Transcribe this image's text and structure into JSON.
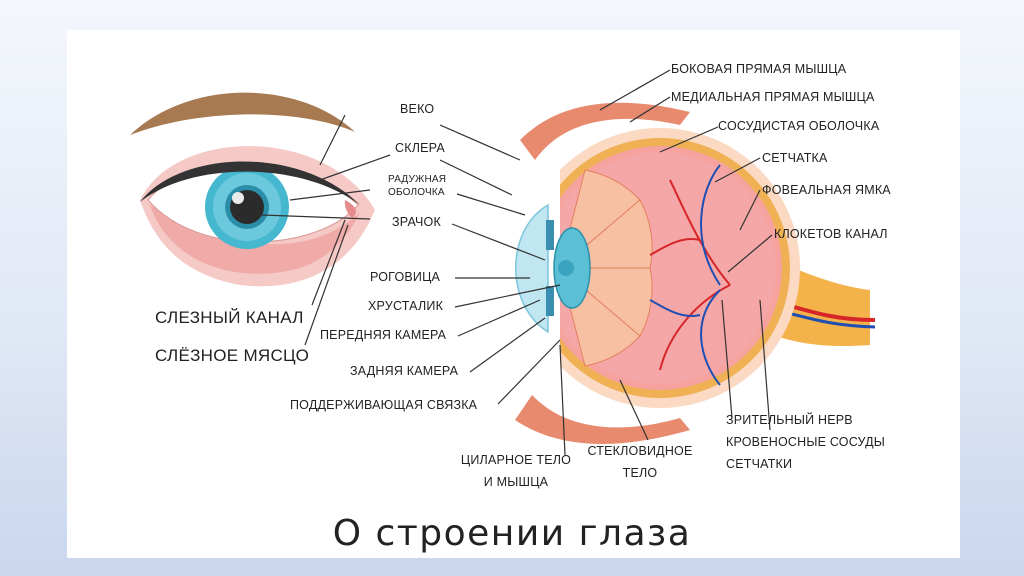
{
  "title": "О строении глаза",
  "labels": {
    "lateral_rectus": "БОКОВАЯ ПРЯМАЯ МЫШЦА",
    "medial_rectus": "МЕДИАЛЬНАЯ ПРЯМАЯ МЫШЦА",
    "choroid": "СОСУДИСТАЯ ОБОЛОЧКА",
    "retina": "СЕТЧАТКА",
    "fovea": "ФОВЕАЛЬНАЯ ЯМКА",
    "cloquet_canal": "КЛОКЕТОВ КАНАЛ",
    "eyelid": "ВЕКО",
    "sclera": "СКЛЕРА",
    "iris_line1": "РАДУЖНАЯ",
    "iris_line2": "ОБОЛОЧКА",
    "pupil": "ЗРАЧОК",
    "cornea": "РОГОВИЦА",
    "lens": "ХРУСТАЛИК",
    "anterior_chamber": "ПЕРЕДНЯЯ КАМЕРА",
    "posterior_chamber": "ЗАДНЯЯ КАМЕРА",
    "zonule": "ПОДДЕРЖИВАЮЩАЯ СВЯЗКА",
    "ciliary_line1": "ЦИЛАРНОЕ ТЕЛО",
    "ciliary_line2": "И МЫШЦА",
    "vitreous_line1": "СТЕКЛОВИДНОЕ",
    "vitreous_line2": "ТЕЛО",
    "optic_nerve": "ЗРИТЕЛЬНЫЙ НЕРВ",
    "vessels_line1": "КРОВЕНОСНЫЕ СОСУДЫ",
    "vessels_line2": "СЕТЧАТКИ",
    "tear_duct": "СЛЕЗНЫЙ КАНАЛ",
    "caruncle": "СЛЁЗНОЕ МЯСЦО"
  }
}
